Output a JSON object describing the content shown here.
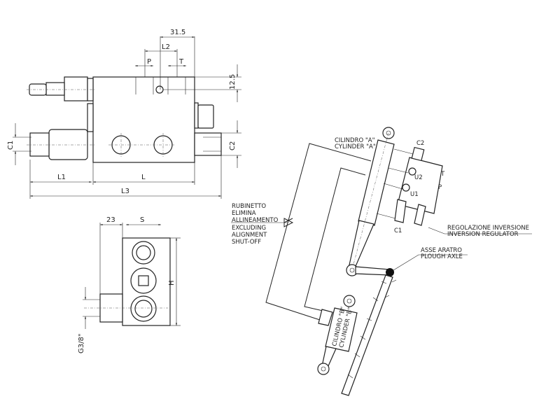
{
  "top_view": {
    "dim_31_5": "31.5",
    "dim_L2": "L2",
    "dim_P": "P",
    "dim_T": "T",
    "dim_12_5": "12.5",
    "dim_C1": "C1",
    "dim_C2": "C2",
    "dim_L1": "L1",
    "dim_L": "L",
    "dim_L3": "L3"
  },
  "side_view": {
    "dim_23": "23",
    "dim_S": "S",
    "dim_H": "H",
    "dim_G": "G3/8\""
  },
  "schematic": {
    "cyl_a_it": "CILINDRO \"A\"",
    "cyl_a_en": "CYLINDER \"A\"",
    "port_C2": "C2",
    "port_T": "T",
    "port_P": "P",
    "port_U2": "U2",
    "port_U1": "U1",
    "port_C1": "C1",
    "valve_label": [
      "RUBINETTO",
      "ELIMINA",
      "ALLINEAMENTO",
      "EXCLUDING",
      "ALIGNMENT",
      "SHUT-OFF"
    ],
    "regulator_it": "REGOLAZIONE INVERSIONE",
    "regulator_en": "INVERSION REGULATOR",
    "axle_it": "ASSE ARATRO",
    "axle_en": "PLOUGH AXLE",
    "cyl_b_it": "CILINDRO \"B\"",
    "cyl_b_en": "CYLINDER \"B\""
  }
}
